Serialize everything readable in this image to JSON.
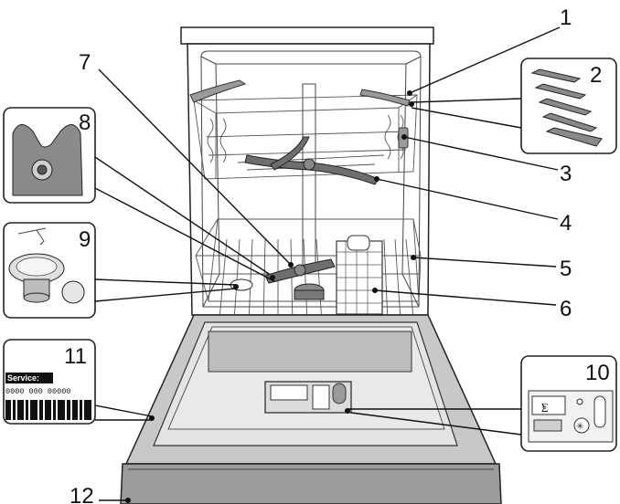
{
  "callouts": [
    {
      "id": "1",
      "label": "1"
    },
    {
      "id": "2",
      "label": "2"
    },
    {
      "id": "3",
      "label": "3"
    },
    {
      "id": "4",
      "label": "4"
    },
    {
      "id": "5",
      "label": "5"
    },
    {
      "id": "6",
      "label": "6"
    },
    {
      "id": "7",
      "label": "7"
    },
    {
      "id": "8",
      "label": "8"
    },
    {
      "id": "9",
      "label": "9"
    },
    {
      "id": "10",
      "label": "10"
    },
    {
      "id": "11",
      "label": "11"
    },
    {
      "id": "12",
      "label": "12"
    }
  ],
  "service_label": {
    "title": "Service:",
    "code": "0000 000 00000"
  },
  "colors": {
    "ink": "#111111",
    "door_grey": "#c8c8c8",
    "panel_grey": "#bdbdbd",
    "filter_grey": "#7a7a7a",
    "arm_grey": "#6e6e6e"
  }
}
